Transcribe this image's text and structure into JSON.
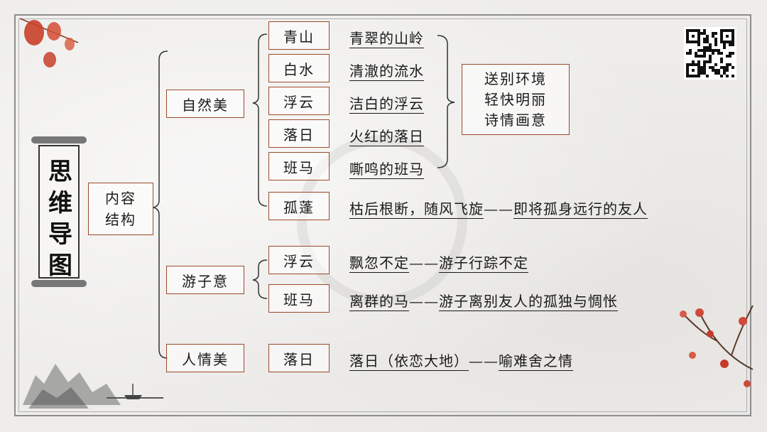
{
  "title": [
    "思",
    "维",
    "导",
    "图"
  ],
  "root": "内容\n结构",
  "branches": {
    "nature": {
      "label": "自然美",
      "items": [
        {
          "image": "青山",
          "desc": "青翠的山岭"
        },
        {
          "image": "白水",
          "desc": "清澈的流水"
        },
        {
          "image": "浮云",
          "desc": "洁白的浮云"
        },
        {
          "image": "落日",
          "desc": "火红的落日"
        },
        {
          "image": "班马",
          "desc": "嘶鸣的班马"
        },
        {
          "image": "孤蓬",
          "desc_a": "枯后根断，随风飞旋",
          "sep": "——",
          "desc_b": "即将孤身远行的友人"
        }
      ],
      "summary": [
        "送别环境",
        "轻快明丽",
        "诗情画意"
      ]
    },
    "wanderer": {
      "label": "游子意",
      "items": [
        {
          "image": "浮云",
          "desc_a": "飘忽不定",
          "sep": "——",
          "desc_b": "游子行踪不定"
        },
        {
          "image": "班马",
          "desc_a": "离群的马",
          "sep": "——",
          "desc_b": "游子离别友人的孤独与惆怅"
        }
      ]
    },
    "human": {
      "label": "人情美",
      "items": [
        {
          "image": "落日",
          "desc_a": "落日（依恋大地）",
          "sep": "——",
          "desc_b": "喻难舍之情"
        }
      ]
    }
  },
  "colors": {
    "box_border": "#9b4a2a",
    "frame": "#8d8d8d",
    "text": "#1a1a1a"
  }
}
